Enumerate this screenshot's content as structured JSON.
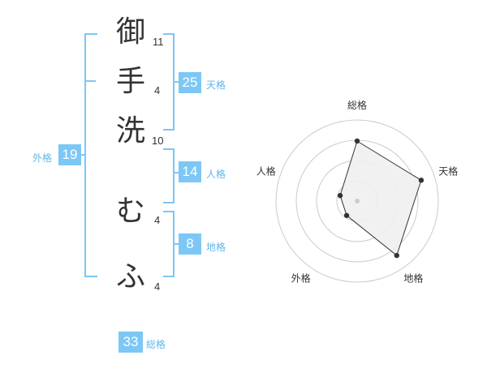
{
  "name": {
    "chars": [
      {
        "char": "御",
        "strokes": "11"
      },
      {
        "char": "手",
        "strokes": "4"
      },
      {
        "char": "洗",
        "strokes": "10"
      },
      {
        "char": "む",
        "strokes": "4"
      },
      {
        "char": "ふ",
        "strokes": "4"
      }
    ]
  },
  "kakusu": {
    "tenkaku": {
      "value": "25",
      "label": "天格"
    },
    "jinkaku": {
      "value": "14",
      "label": "人格"
    },
    "chikaku": {
      "value": "8",
      "label": "地格"
    },
    "gaikaku": {
      "value": "19",
      "label": "外格"
    },
    "soukaku": {
      "value": "33",
      "label": "総格"
    }
  },
  "colors": {
    "accent": "#7cc7f5",
    "label_accent": "#62b6ea",
    "text": "#333333",
    "radar_ring": "#cccccc",
    "radar_fill": "#f0f0f0",
    "radar_line": "#333333"
  },
  "chart_data": {
    "type": "radar",
    "axes": [
      "総格",
      "天格",
      "地格",
      "外格",
      "人格"
    ],
    "values": [
      0.74,
      0.83,
      0.83,
      0.22,
      0.22
    ],
    "range": [
      0,
      1
    ],
    "rings": 4,
    "grid": true
  }
}
